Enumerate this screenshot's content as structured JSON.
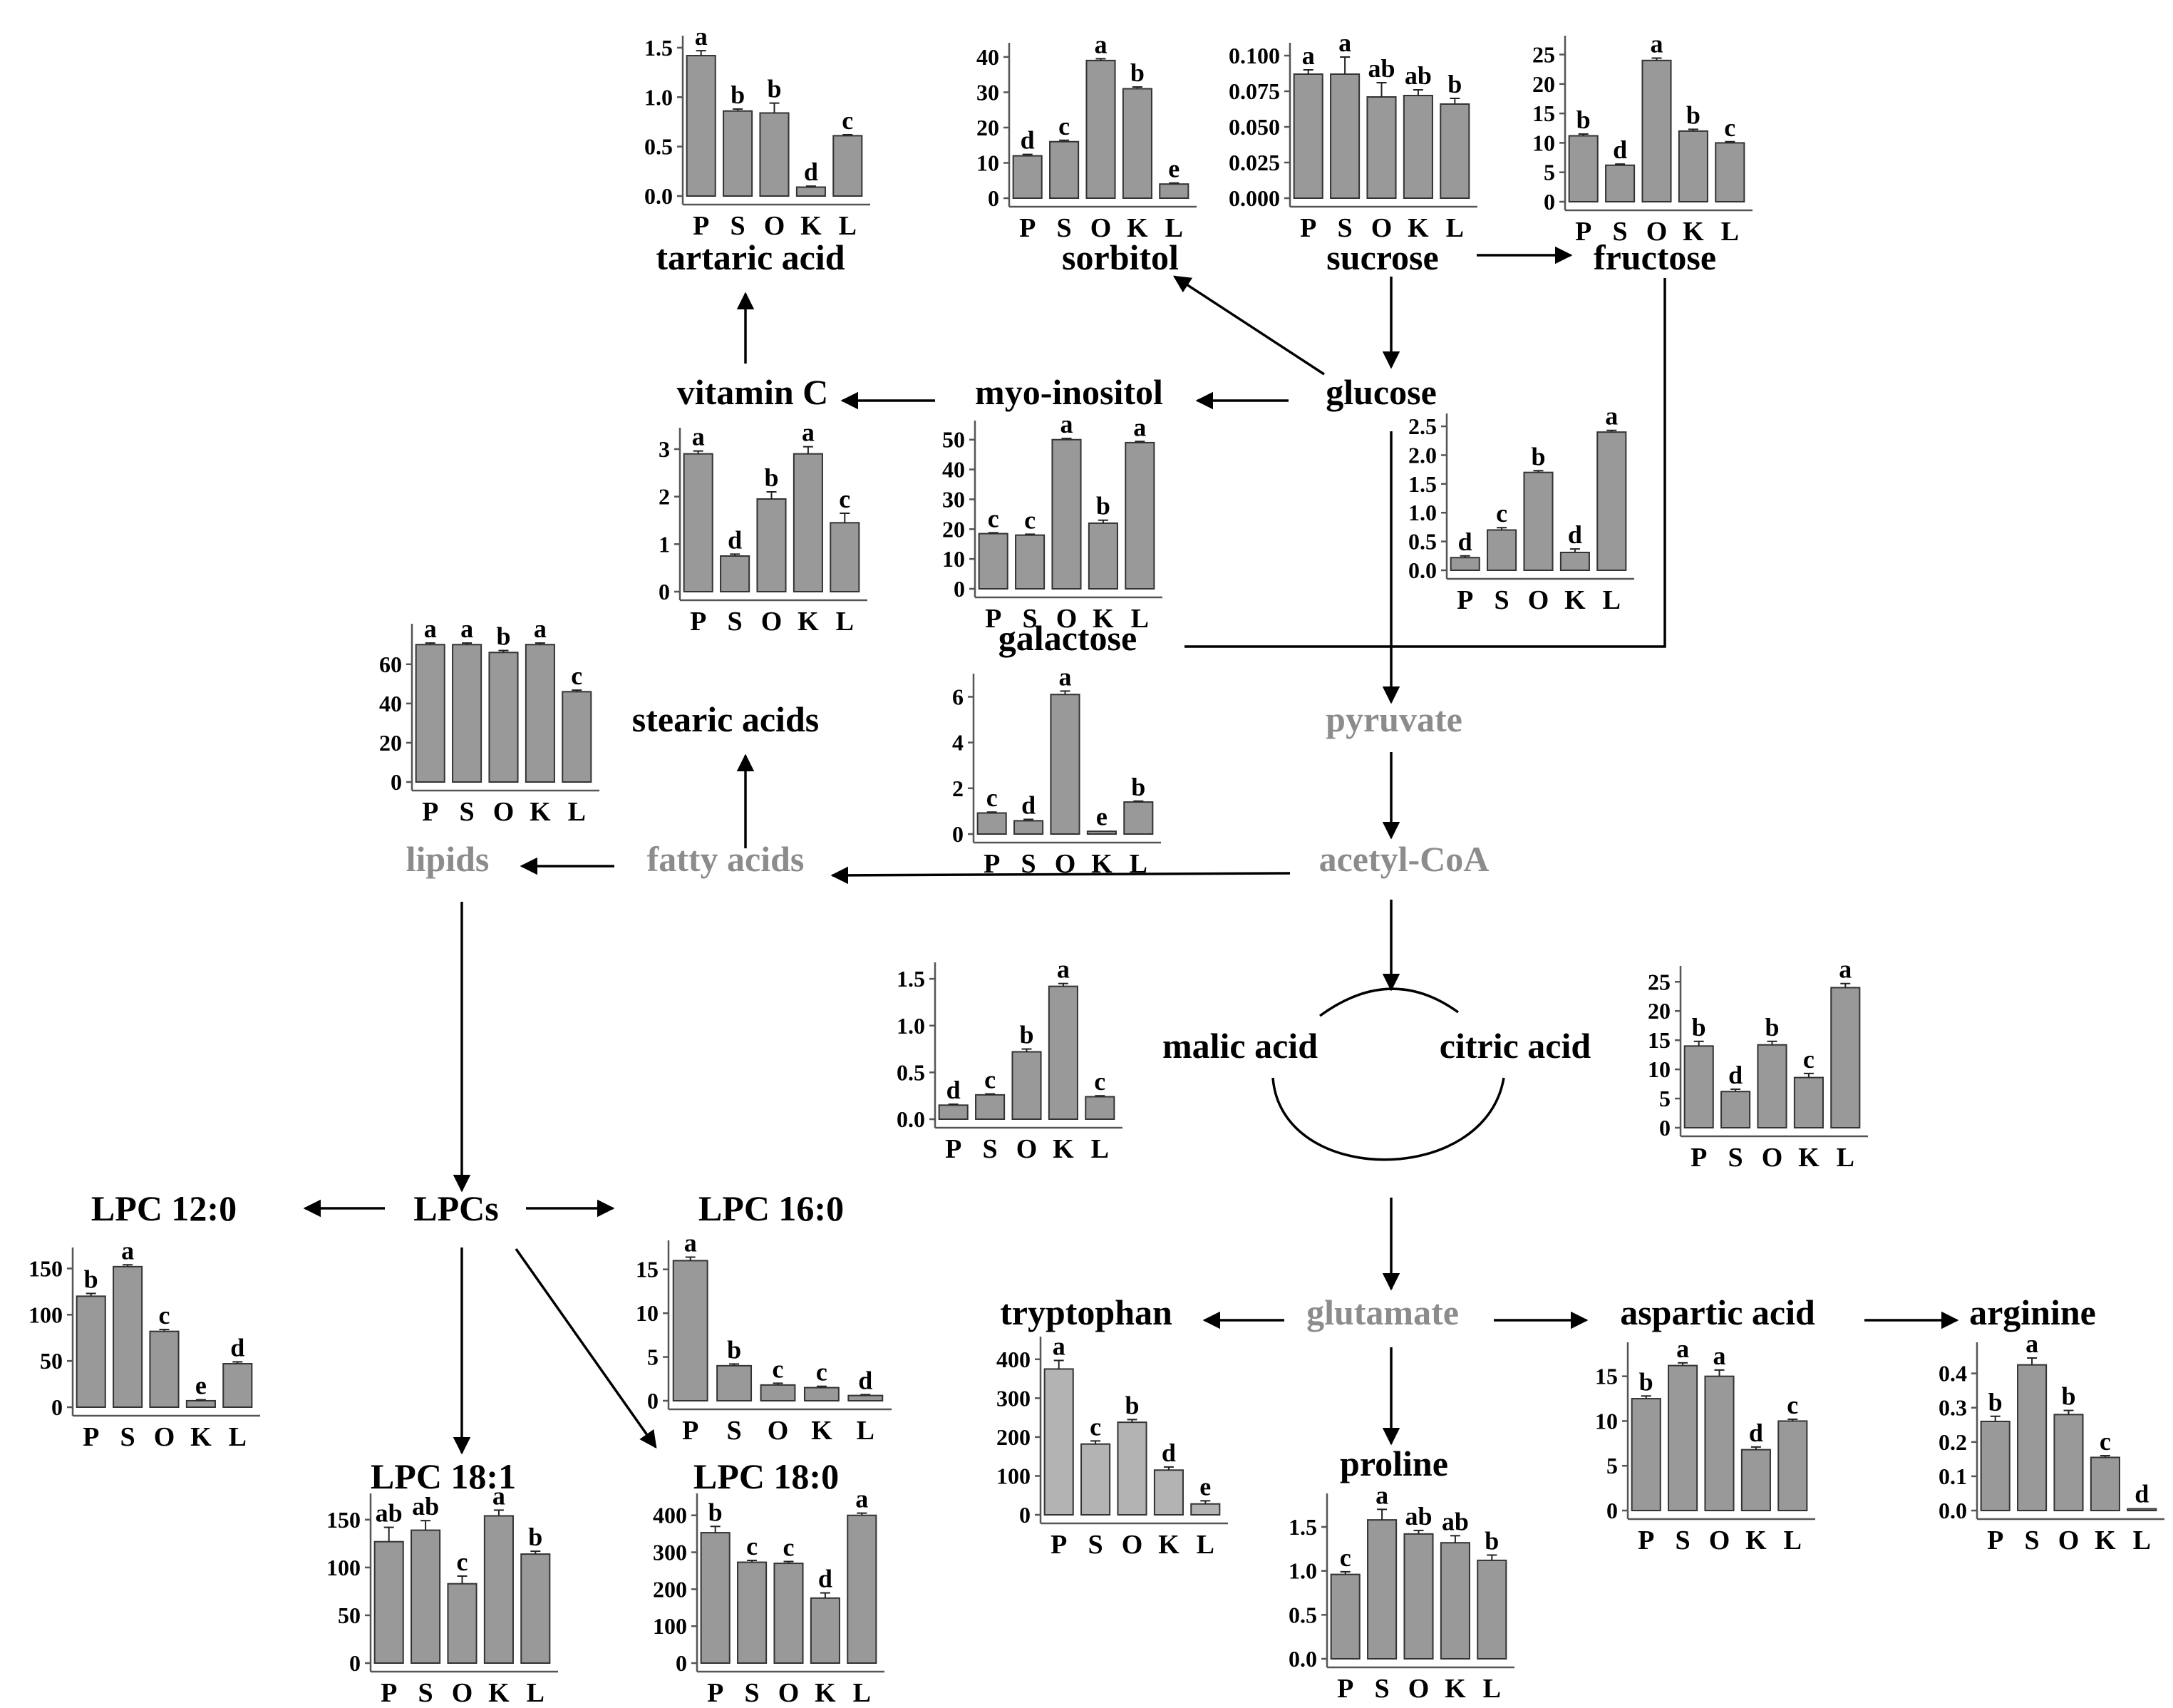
{
  "chart_data": [
    {
      "id": "tartaric",
      "type": "bar",
      "categories": [
        "P",
        "S",
        "O",
        "K",
        "L"
      ],
      "values": [
        1.42,
        0.86,
        0.84,
        0.09,
        0.61
      ],
      "errors": [
        0.05,
        0.02,
        0.1,
        0.01,
        0.01
      ],
      "letters": [
        "a",
        "b",
        "b",
        "d",
        "c"
      ],
      "ylim": [
        0,
        1.55
      ],
      "yticks": [
        "0.0",
        "0.5",
        "1.0",
        "1.5"
      ],
      "ytick_values": [
        0,
        0.5,
        1.0,
        1.5
      ]
    },
    {
      "id": "sorbitol",
      "type": "bar",
      "categories": [
        "P",
        "S",
        "O",
        "K",
        "L"
      ],
      "values": [
        12,
        16,
        39,
        31,
        4
      ],
      "errors": [
        0.4,
        0.4,
        0.5,
        0.5,
        0.3
      ],
      "letters": [
        "d",
        "c",
        "a",
        "b",
        "e"
      ],
      "ylim": [
        0,
        42
      ],
      "yticks": [
        "0",
        "10",
        "20",
        "30",
        "40"
      ],
      "ytick_values": [
        0,
        10,
        20,
        30,
        40
      ]
    },
    {
      "id": "sucrose",
      "type": "bar",
      "categories": [
        "P",
        "S",
        "O",
        "K",
        "L"
      ],
      "values": [
        0.087,
        0.087,
        0.071,
        0.072,
        0.066
      ],
      "errors": [
        0.003,
        0.012,
        0.01,
        0.004,
        0.004
      ],
      "letters": [
        "a",
        "a",
        "ab",
        "ab",
        "b"
      ],
      "ylim": [
        0,
        0.104
      ],
      "yticks": [
        "0.000",
        "0.025",
        "0.050",
        "0.075",
        "0.100"
      ],
      "ytick_values": [
        0,
        0.025,
        0.05,
        0.075,
        0.1
      ]
    },
    {
      "id": "fructose",
      "type": "bar",
      "categories": [
        "P",
        "S",
        "O",
        "K",
        "L"
      ],
      "values": [
        11.2,
        6.2,
        24,
        12,
        10
      ],
      "errors": [
        0.3,
        0.2,
        0.4,
        0.3,
        0.2
      ],
      "letters": [
        "b",
        "d",
        "a",
        "b",
        "c"
      ],
      "ylim": [
        0,
        27
      ],
      "yticks": [
        "0",
        "5",
        "10",
        "15",
        "20",
        "25"
      ],
      "ytick_values": [
        0,
        5,
        10,
        15,
        20,
        25
      ]
    },
    {
      "id": "vitaminc",
      "type": "bar",
      "categories": [
        "P",
        "S",
        "O",
        "K",
        "L"
      ],
      "values": [
        2.9,
        0.75,
        1.95,
        2.9,
        1.45
      ],
      "errors": [
        0.06,
        0.04,
        0.15,
        0.15,
        0.2
      ],
      "letters": [
        "a",
        "d",
        "b",
        "a",
        "c"
      ],
      "ylim": [
        0,
        3.3
      ],
      "yticks": [
        "0",
        "1",
        "2",
        "3"
      ],
      "ytick_values": [
        0,
        1,
        2,
        3
      ]
    },
    {
      "id": "myoinositol",
      "type": "bar",
      "categories": [
        "P",
        "S",
        "O",
        "K",
        "L"
      ],
      "values": [
        18.5,
        18,
        50,
        22,
        49
      ],
      "errors": [
        0.3,
        0.3,
        0.4,
        1,
        0.4
      ],
      "letters": [
        "c",
        "c",
        "a",
        "b",
        "a"
      ],
      "ylim": [
        0,
        54
      ],
      "yticks": [
        "0",
        "10",
        "20",
        "30",
        "40",
        "50"
      ],
      "ytick_values": [
        0,
        10,
        20,
        30,
        40,
        50
      ]
    },
    {
      "id": "glucose",
      "type": "bar",
      "categories": [
        "P",
        "S",
        "O",
        "K",
        "L"
      ],
      "values": [
        0.22,
        0.7,
        1.7,
        0.31,
        2.4
      ],
      "errors": [
        0.03,
        0.04,
        0.03,
        0.06,
        0.03
      ],
      "letters": [
        "d",
        "c",
        "b",
        "d",
        "a"
      ],
      "ylim": [
        0,
        2.6
      ],
      "yticks": [
        "0.0",
        "0.5",
        "1.0",
        "1.5",
        "2.0",
        "2.5"
      ],
      "ytick_values": [
        0,
        0.5,
        1.0,
        1.5,
        2.0,
        2.5
      ]
    },
    {
      "id": "lipids",
      "type": "bar",
      "categories": [
        "P",
        "S",
        "O",
        "K",
        "L"
      ],
      "values": [
        70,
        70,
        66,
        70,
        46
      ],
      "errors": [
        0.8,
        0.8,
        1,
        0.8,
        0.8
      ],
      "letters": [
        "a",
        "a",
        "b",
        "a",
        "c"
      ],
      "ylim": [
        0,
        77
      ],
      "yticks": [
        "0",
        "20",
        "40",
        "60"
      ],
      "ytick_values": [
        0,
        20,
        40,
        60
      ]
    },
    {
      "id": "galactose",
      "type": "bar",
      "categories": [
        "P",
        "S",
        "O",
        "K",
        "L"
      ],
      "values": [
        0.92,
        0.58,
        6.1,
        0.12,
        1.4
      ],
      "errors": [
        0.04,
        0.06,
        0.15,
        0.02,
        0.04
      ],
      "letters": [
        "c",
        "d",
        "a",
        "e",
        "b"
      ],
      "ylim": [
        0,
        6.7
      ],
      "yticks": [
        "0",
        "2",
        "4",
        "6"
      ],
      "ytick_values": [
        0,
        2,
        4,
        6
      ]
    },
    {
      "id": "malic",
      "type": "bar",
      "categories": [
        "P",
        "S",
        "O",
        "K",
        "L"
      ],
      "values": [
        0.15,
        0.26,
        0.72,
        1.42,
        0.24
      ],
      "errors": [
        0.01,
        0.01,
        0.03,
        0.03,
        0.01
      ],
      "letters": [
        "d",
        "c",
        "b",
        "a",
        "c"
      ],
      "ylim": [
        0,
        1.6
      ],
      "yticks": [
        "0.0",
        "0.5",
        "1.0",
        "1.5"
      ],
      "ytick_values": [
        0,
        0.5,
        1.0,
        1.5
      ]
    },
    {
      "id": "citric",
      "type": "bar",
      "categories": [
        "P",
        "S",
        "O",
        "K",
        "L"
      ],
      "values": [
        14,
        6.2,
        14.2,
        8.6,
        24
      ],
      "errors": [
        0.8,
        0.4,
        0.6,
        0.7,
        0.7
      ],
      "letters": [
        "b",
        "d",
        "b",
        "c",
        "a"
      ],
      "ylim": [
        0,
        26.5
      ],
      "yticks": [
        "0",
        "5",
        "10",
        "15",
        "20",
        "25"
      ],
      "ytick_values": [
        0,
        5,
        10,
        15,
        20,
        25
      ]
    },
    {
      "id": "lpc120",
      "type": "bar",
      "categories": [
        "P",
        "S",
        "O",
        "K",
        "L"
      ],
      "values": [
        120,
        152,
        82,
        7,
        47
      ],
      "errors": [
        3,
        2,
        2,
        1,
        2
      ],
      "letters": [
        "b",
        "a",
        "c",
        "e",
        "d"
      ],
      "ylim": [
        0,
        165
      ],
      "yticks": [
        "0",
        "50",
        "100",
        "150"
      ],
      "ytick_values": [
        0,
        50,
        100,
        150
      ]
    },
    {
      "id": "lpc160",
      "type": "bar",
      "categories": [
        "P",
        "S",
        "O",
        "K",
        "L"
      ],
      "values": [
        16,
        4,
        1.8,
        1.5,
        0.6
      ],
      "errors": [
        0.4,
        0.2,
        0.2,
        0.15,
        0.1
      ],
      "letters": [
        "a",
        "b",
        "c",
        "c",
        "d"
      ],
      "ylim": [
        0,
        17.5
      ],
      "yticks": [
        "0",
        "5",
        "10",
        "15"
      ],
      "ytick_values": [
        0,
        5,
        10,
        15
      ]
    },
    {
      "id": "lpc181",
      "type": "bar",
      "categories": [
        "P",
        "S",
        "O",
        "K",
        "L"
      ],
      "values": [
        127,
        139,
        83,
        154,
        114
      ],
      "errors": [
        15,
        10,
        8,
        6,
        3
      ],
      "letters": [
        "ab",
        "ab",
        "c",
        "a",
        "b"
      ],
      "ylim": [
        0,
        170
      ],
      "yticks": [
        "0",
        "50",
        "100",
        "150"
      ],
      "ytick_values": [
        0,
        50,
        100,
        150
      ]
    },
    {
      "id": "lpc180",
      "type": "bar",
      "categories": [
        "P",
        "S",
        "O",
        "K",
        "L"
      ],
      "values": [
        353,
        273,
        270,
        176,
        400
      ],
      "errors": [
        17,
        5,
        5,
        14,
        6
      ],
      "letters": [
        "b",
        "c",
        "c",
        "d",
        "a"
      ],
      "ylim": [
        0,
        440
      ],
      "yticks": [
        "0",
        "100",
        "200",
        "300",
        "400"
      ],
      "ytick_values": [
        0,
        100,
        200,
        300,
        400
      ]
    },
    {
      "id": "tryptophan",
      "type": "bar",
      "categories": [
        "P",
        "S",
        "O",
        "K",
        "L"
      ],
      "values": [
        375,
        182,
        238,
        115,
        28
      ],
      "errors": [
        22,
        8,
        7,
        8,
        8
      ],
      "letters": [
        "a",
        "c",
        "b",
        "d",
        "e"
      ],
      "ylim": [
        0,
        440
      ],
      "yticks": [
        "0",
        "100",
        "200",
        "300",
        "400"
      ],
      "ytick_values": [
        0,
        100,
        200,
        300,
        400
      ]
    },
    {
      "id": "proline",
      "type": "bar",
      "categories": [
        "P",
        "S",
        "O",
        "K",
        "L"
      ],
      "values": [
        0.96,
        1.58,
        1.42,
        1.32,
        1.12
      ],
      "errors": [
        0.03,
        0.12,
        0.04,
        0.08,
        0.06
      ],
      "letters": [
        "c",
        "a",
        "ab",
        "ab",
        "b"
      ],
      "ylim": [
        0,
        1.8
      ],
      "yticks": [
        "0.0",
        "0.5",
        "1.0",
        "1.5"
      ],
      "ytick_values": [
        0,
        0.5,
        1.0,
        1.5
      ]
    },
    {
      "id": "aspartic",
      "type": "bar",
      "categories": [
        "P",
        "S",
        "O",
        "K",
        "L"
      ],
      "values": [
        12.5,
        16.2,
        15,
        6.8,
        10
      ],
      "errors": [
        0.3,
        0.3,
        0.7,
        0.3,
        0.2
      ],
      "letters": [
        "b",
        "a",
        "a",
        "d",
        "c"
      ],
      "ylim": [
        0,
        18
      ],
      "yticks": [
        "0",
        "5",
        "10",
        "15"
      ],
      "ytick_values": [
        0,
        5,
        10,
        15
      ]
    },
    {
      "id": "arginine",
      "type": "bar",
      "categories": [
        "P",
        "S",
        "O",
        "K",
        "L"
      ],
      "values": [
        0.26,
        0.425,
        0.28,
        0.155,
        0.005
      ],
      "errors": [
        0.015,
        0.02,
        0.012,
        0.005,
        0.002
      ],
      "letters": [
        "b",
        "a",
        "b",
        "c",
        "d"
      ],
      "ylim": [
        0,
        0.47
      ],
      "yticks": [
        "0.0",
        "0.1",
        "0.2",
        "0.3",
        "0.4"
      ],
      "ytick_values": [
        0,
        0.1,
        0.2,
        0.3,
        0.4
      ]
    }
  ],
  "labels": {
    "tartaric_acid": "tartaric acid",
    "sorbitol": "sorbitol",
    "sucrose": "sucrose",
    "fructose": "fructose",
    "vitamin_c": "vitamin C",
    "myo_inositol": "myo-inositol",
    "glucose": "glucose",
    "galactose": "galactose",
    "stearic_acids": "stearic acids",
    "pyruvate": "pyruvate",
    "lipids": "lipids",
    "fatty_acids": "fatty acids",
    "acetyl_coa": "acetyl-CoA",
    "malic_acid": "malic acid",
    "citric_acid": "citric acid",
    "lpc_12_0": "LPC 12:0",
    "lpcs": "LPCs",
    "lpc_16_0": "LPC 16:0",
    "lpc_18_1": "LPC 18:1",
    "lpc_18_0": "LPC 18:0",
    "tryptophan": "tryptophan",
    "glutamate": "glutamate",
    "aspartic_acid": "aspartic acid",
    "arginine": "arginine",
    "proline": "proline"
  },
  "colors": {
    "bar_fill": "#999999",
    "bar_fill_light": "#b3b3b3",
    "bar_stroke": "#333333",
    "intermediate_label": "#8c8c8c",
    "text": "#000000"
  }
}
